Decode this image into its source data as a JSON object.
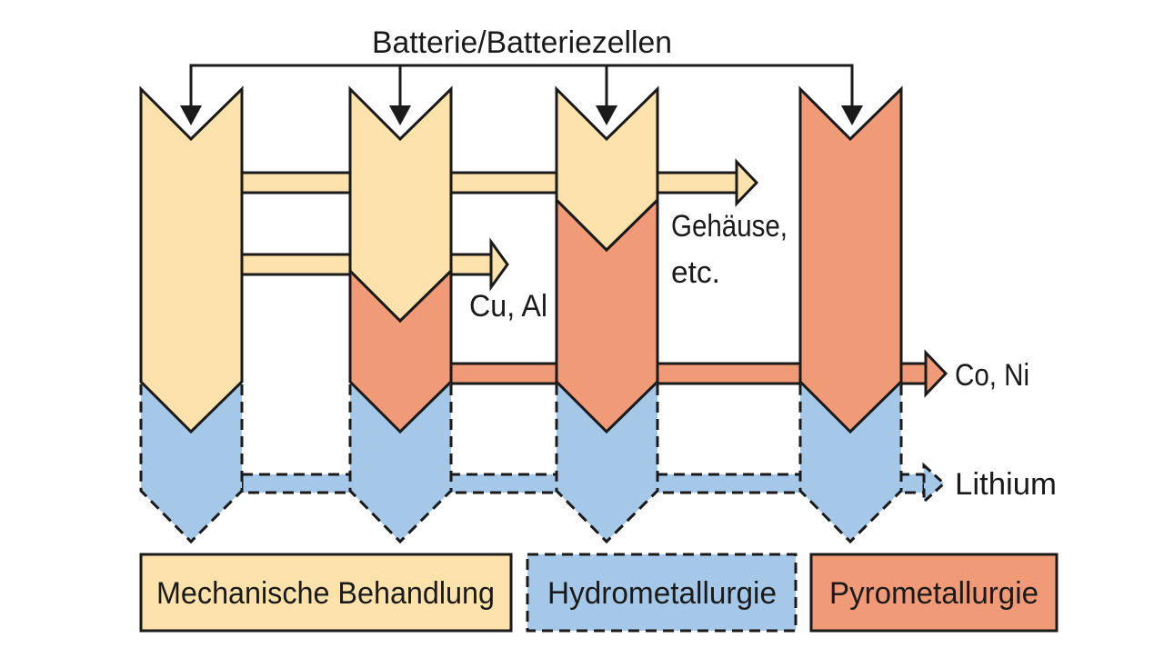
{
  "diagram": {
    "source_label": "Batterie/Batteriezellen",
    "outputs": {
      "casing": [
        "Gehäuse,",
        "etc."
      ],
      "copper_aluminium": "Cu, Al",
      "cobalt_nickel": "Co, Ni",
      "lithium": "Lithium"
    },
    "legend": {
      "mechanical": "Mechanische Behandlung",
      "hydro": "Hydrometallurgie",
      "pyro": "Pyrometallurgie"
    },
    "colors": {
      "mechanical": "#fde2ab",
      "hydro": "#a6c8e8",
      "pyro": "#f09a78",
      "outline": "#1a1a1a"
    }
  }
}
